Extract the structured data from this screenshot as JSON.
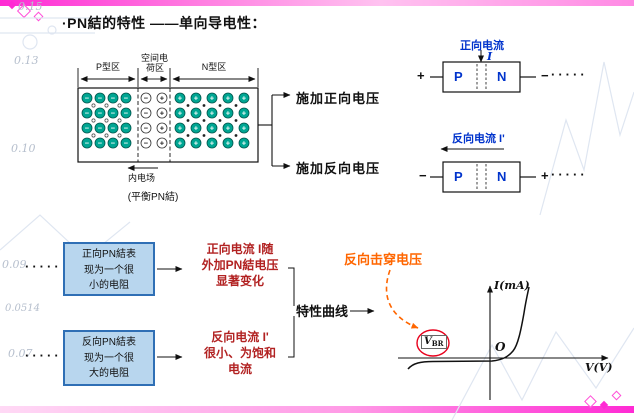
{
  "colors": {
    "accent_pink": "#ff2ad4",
    "ion_teal": "#00a693",
    "label_blue": "#0033cc",
    "emphasis_red": "#b22222",
    "breakdown_orange": "#ff6600",
    "box_fill_blue": "#b8d6ee",
    "box_border_blue": "#2f6fb5"
  },
  "background_numbers": [
    "0.15",
    "0.13",
    "0.10",
    "0.09",
    "0.0514",
    "0.07"
  ],
  "title": "·PN結的特性 ——单向导电性：",
  "junction": {
    "region_p": "P型区",
    "region_space_1": "空间电",
    "region_space_2": "荷区",
    "region_n": "N型区",
    "field": "内电场",
    "caption": "(平衡PN結)"
  },
  "branches": {
    "forward": "施加正向电压",
    "reverse": "施加反向电压"
  },
  "forward_circuit": {
    "label": "正向电流",
    "symbol": "I",
    "left_terminal": "+",
    "right_terminal": "−",
    "p": "P",
    "n": "N",
    "dots": "·····"
  },
  "reverse_circuit": {
    "label": "反向电流 I'",
    "left_terminal": "−",
    "right_terminal": "+",
    "p": "P",
    "n": "N",
    "dots": "·····"
  },
  "conclusions": {
    "leader_dots": "·····",
    "forward_box": [
      "正向PN結表",
      "现为一个很",
      "小的电阻"
    ],
    "reverse_box": [
      "反向PN結表",
      "现为一个很",
      "大的电阻"
    ],
    "forward_note": [
      "正向电流 I随",
      "外加PN結电压",
      "显著变化"
    ],
    "reverse_note": [
      "反向电流 I'",
      "很小、为饱和",
      "电流"
    ],
    "curve_label": "特性曲线"
  },
  "graph": {
    "breakdown_label": "反向击穿电压",
    "y_axis": "I(mA)",
    "x_axis": "V(V)",
    "origin": "O",
    "breakdown_voltage_base": "V",
    "breakdown_voltage_sub": "BR"
  }
}
